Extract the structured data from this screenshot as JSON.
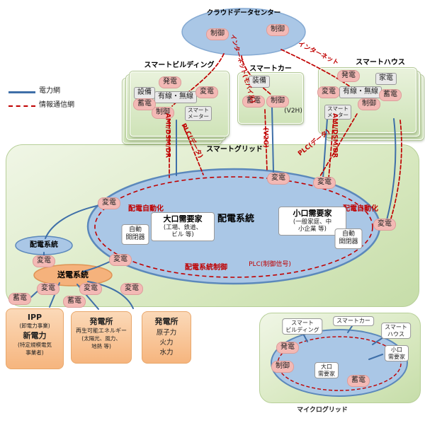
{
  "colors": {
    "power_line": "#3f6fa8",
    "info_line": "#c00000",
    "node_pink": "#f3b9b5",
    "node_gray": "#e9e9e9",
    "ellipse_blue": "#aac7e6",
    "panel_green": "#d6e7bd",
    "plant_orange": "#f6b57e"
  },
  "common": {
    "ctrl": "制御",
    "gen": "発電",
    "storage": "蓄電",
    "trans": "変電",
    "wire": "有線・無線",
    "meter1": "スマート",
    "meter2": "メーター"
  },
  "legend": {
    "power": "電力網",
    "info": "情報通信網"
  },
  "cloud": {
    "title": "クラウドデータセンター"
  },
  "building": {
    "title": "スマートビルディング",
    "equip": "設備"
  },
  "car": {
    "title": "スマートカー",
    "equip": "装備",
    "v2h": "(V2H)"
  },
  "house": {
    "title": "スマートハウス",
    "appliance": "家電"
  },
  "net": {
    "internet": "インターネット",
    "mobile": "インターネット(モバイル)",
    "ami": "AMI/DSM/DR",
    "plc_data": "PLC(データ)",
    "v2g": "(V2G)"
  },
  "grid": {
    "title": "スマートグリッド",
    "system": "配電系統",
    "auto": "配電自動化",
    "control": "配電系統制御",
    "plc_ctrl": "PLC(制御信号)",
    "sw1": "自動",
    "sw2": "開閉器",
    "large": {
      "title": "大口需要家",
      "sub1": "(工場、鉄道、",
      "sub2": "ビル 等)"
    },
    "small": {
      "title": "小口需要家",
      "sub1": "(一般家庭、中",
      "sub2": "小企業 等)"
    }
  },
  "transmission": {
    "dist": "配電系統",
    "title": "送電系統"
  },
  "plants": {
    "ipp": {
      "l1": "IPP",
      "l2": "(卸電力事業)",
      "l3": "新電力",
      "l4": "(特定規模電気",
      "l5": "事業者)"
    },
    "renewable": {
      "l1": "発電所",
      "l2": "再生可能エネルギー",
      "l3": "(太陽光、風力、",
      "l4": "地熱 等)"
    },
    "conventional": {
      "l1": "発電所",
      "l2": "原子力",
      "l3": "火力",
      "l4": "水力"
    }
  },
  "micro": {
    "title": "マイクログリッド",
    "b1": "スマート",
    "b2": "ビルディング",
    "car": "スマートカー",
    "h1": "スマート",
    "h2": "ハウス",
    "l1": "大口",
    "l2": "需要家",
    "s1": "小口",
    "s2": "需要家"
  }
}
